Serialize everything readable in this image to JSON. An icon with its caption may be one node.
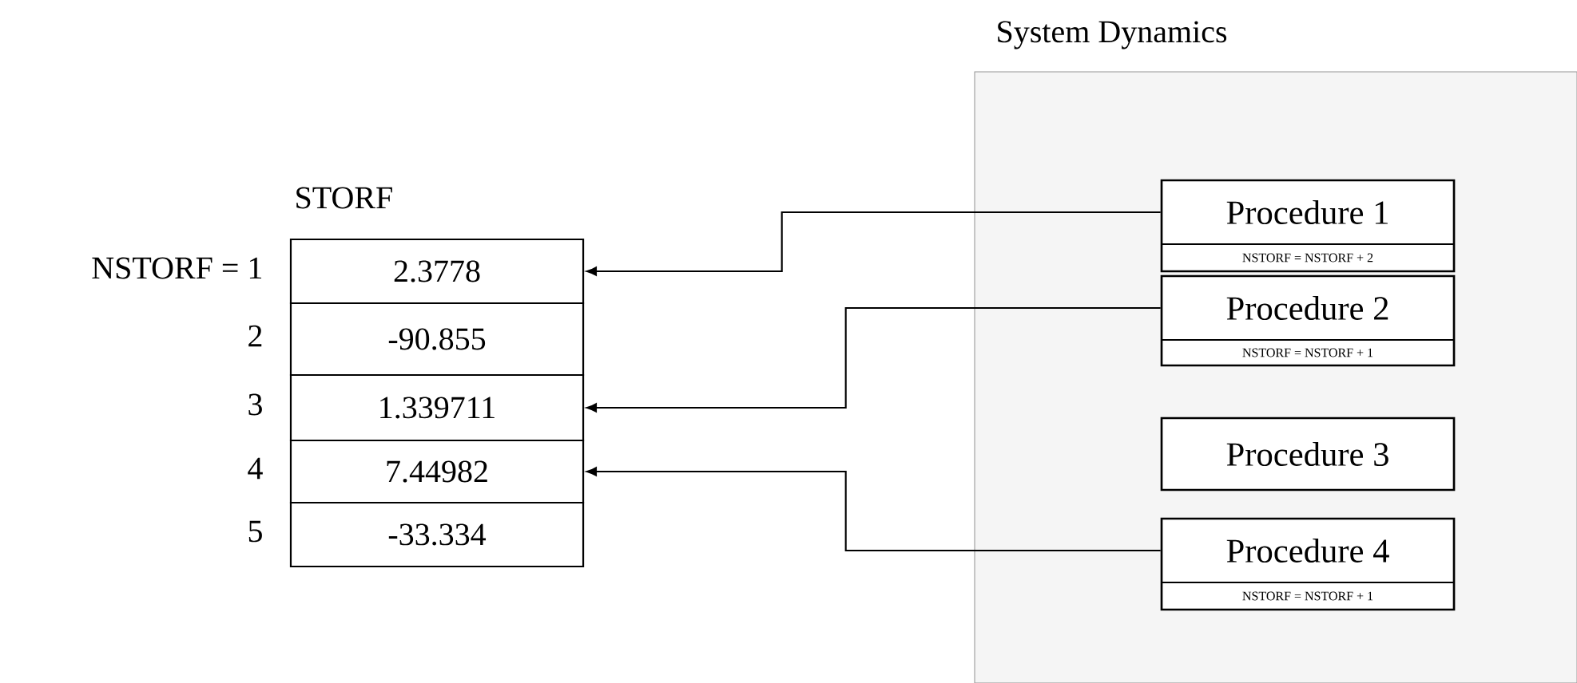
{
  "diagram": {
    "nodes": [
      {
        "text": [
          "System Dynamics"
        ]
      },
      {
        "text": [
          "Procedure 1",
          "NSTORF = NSTORF + 2"
        ],
        "in": 0
      },
      {
        "text": [
          "Procedure 2",
          "NSTORF = NSTORF + 1"
        ],
        "in": 0
      },
      {
        "text": [
          "Procedure 3"
        ],
        "in": 0
      },
      {
        "text": [
          "Procedure 4",
          "NSTORF = NSTORF + 1"
        ],
        "in": 0
      },
      {
        "text": [
          "STORF"
        ]
      },
      {
        "text": [
          "2.3778"
        ],
        "in": 5,
        "beside": [
          "NSTORF = 1"
        ]
      },
      {
        "text": [
          "-90.855"
        ],
        "in": 5,
        "beside": [
          "2"
        ]
      },
      {
        "text": [
          "1.339711"
        ],
        "in": 5,
        "beside": [
          "3"
        ]
      },
      {
        "text": [
          "7.44982"
        ],
        "in": 5,
        "beside": [
          "4"
        ]
      },
      {
        "text": [
          "-33.334"
        ],
        "in": 5,
        "beside": [
          "5"
        ]
      }
    ],
    "edges": [
      {
        "from": 1,
        "to": 6,
        "arrow": "to"
      },
      {
        "from": 2,
        "to": 8,
        "arrow": "to"
      },
      {
        "from": 4,
        "to": 9,
        "arrow": "to"
      }
    ]
  }
}
